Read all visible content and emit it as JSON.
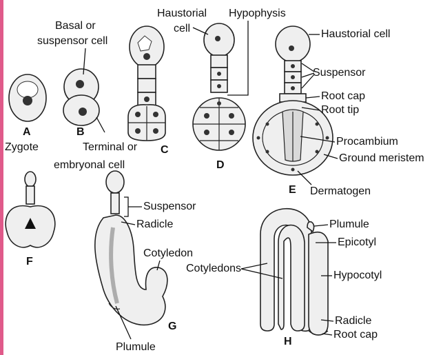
{
  "colors": {
    "accent_bar": "#e05a8a",
    "stroke": "#111111",
    "cell_fill": "#efefef"
  },
  "labels": {
    "A_letter": "A",
    "A_caption": "Zygote",
    "B_letter": "B",
    "B_basal_1": "Basal or",
    "B_basal_2": "suspensor cell",
    "B_terminal_1": "Terminal or",
    "B_terminal_2": "embryonal cell",
    "C_letter": "C",
    "D_letter": "D",
    "D_haustorial_1": "Haustorial",
    "D_haustorial_2": "cell",
    "D_hypophysis": "Hypophysis",
    "E_letter": "E",
    "E_haustorial": "Haustorial cell",
    "E_suspensor": "Suspensor",
    "E_root_cap": "Root cap",
    "E_root_tip": "Root tip",
    "E_procambium": "Procambium",
    "E_ground_meristem": "Ground meristem",
    "E_dermatogen": "Dermatogen",
    "F_letter": "F",
    "G_letter": "G",
    "G_suspensor": "Suspensor",
    "G_radicle": "Radicle",
    "G_cotyledon": "Cotyledon",
    "G_plumule": "Plumule",
    "H_letter": "H",
    "H_plumule": "Plumule",
    "H_epicotyl": "Epicotyl",
    "H_cotyledons": "Cotyledons",
    "H_hypocotyl": "Hypocotyl",
    "H_radicle": "Radicle",
    "H_root_cap": "Root cap"
  }
}
